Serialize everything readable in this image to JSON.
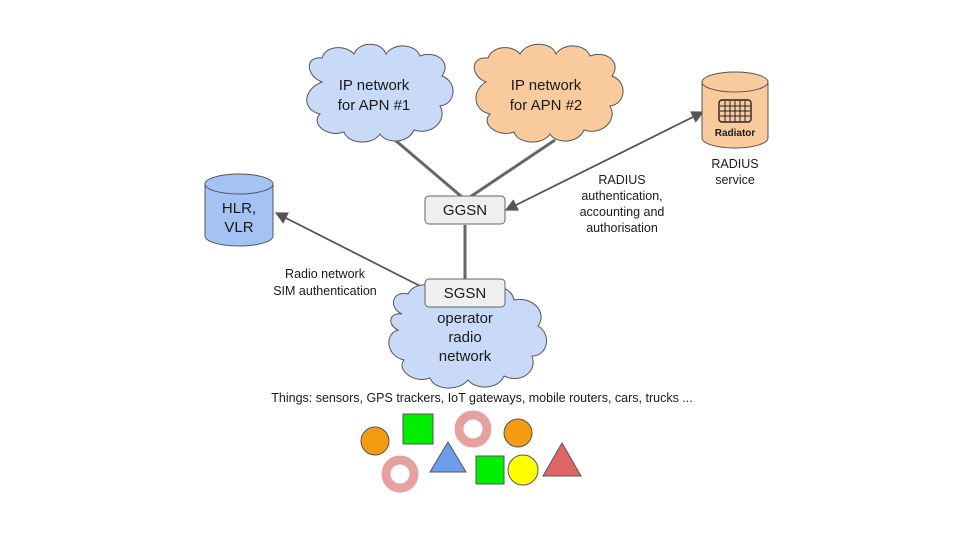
{
  "clouds": {
    "apn1": {
      "line1": "IP network",
      "line2": "for APN #1",
      "fill": "#c9daf8"
    },
    "apn2": {
      "line1": "IP network",
      "line2": "for APN #2",
      "fill": "#f9cb9c"
    },
    "radio": {
      "line1": "operator",
      "line2": "radio",
      "line3": "network",
      "fill": "#c9daf8"
    }
  },
  "nodes": {
    "ggsn": "GGSN",
    "sgsn": "SGSN"
  },
  "databases": {
    "hlr": {
      "line1": "HLR,",
      "line2": "VLR",
      "fill": "#a4c2f4"
    },
    "radiator": {
      "logo_text": "Radiator",
      "label1": "RADIUS",
      "label2": "service",
      "fill": "#f9cb9c"
    }
  },
  "edge_labels": {
    "radius": [
      "RADIUS",
      "authentication,",
      "accounting and",
      "authorisation"
    ],
    "sim": [
      "Radio network",
      "SIM authentication"
    ]
  },
  "things": {
    "caption": "Things: sensors, GPS trackers, IoT gateways, mobile routers, cars, trucks  ...",
    "colors": {
      "orange": "#f39c12",
      "green": "#00ee00",
      "pink": "#e6a0a0",
      "blue": "#6d9eeb",
      "yellow": "#ffff00",
      "red": "#e06666"
    }
  }
}
